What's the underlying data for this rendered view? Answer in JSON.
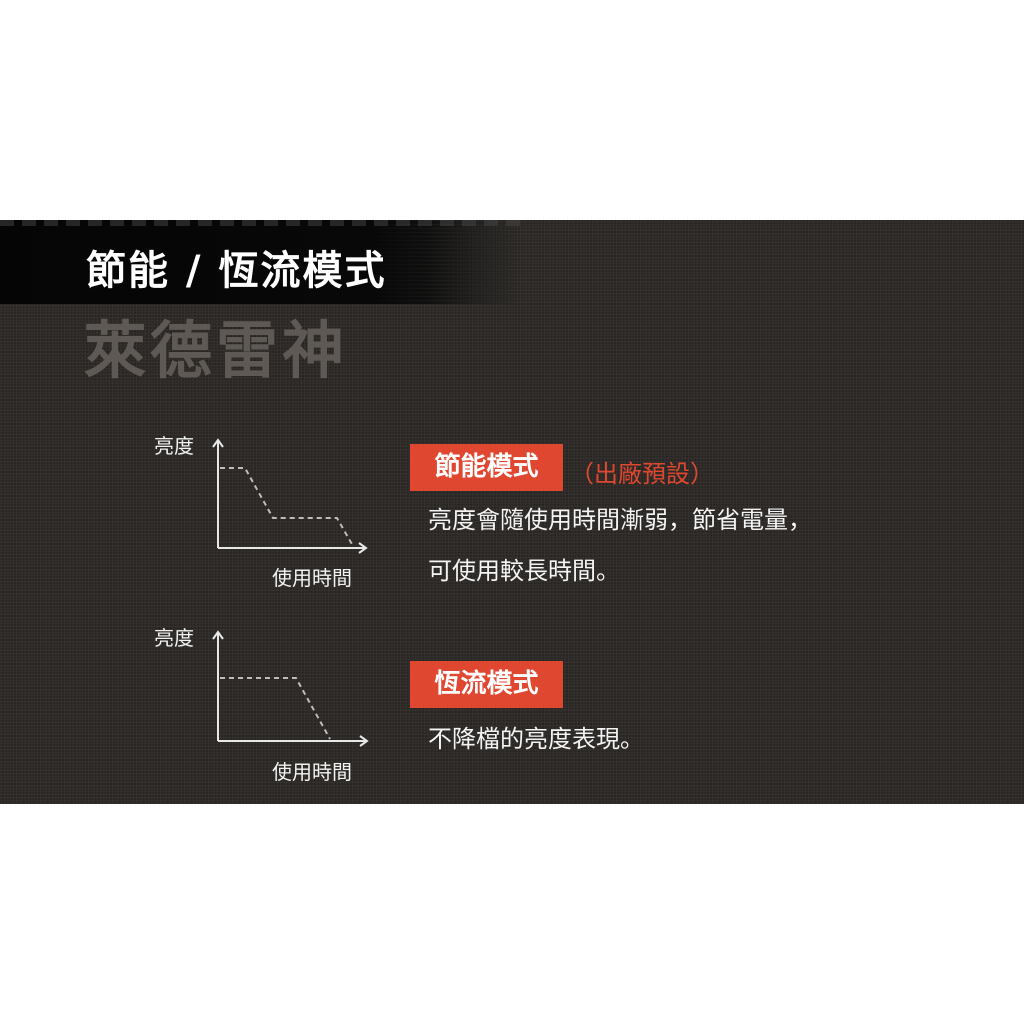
{
  "header": {
    "title": "節能 / 恆流模式",
    "watermark": "萊德雷神"
  },
  "colors": {
    "panel_bg": "#2c2926",
    "accent_red": "#e04730",
    "text_white": "#ffffff",
    "watermark_gray": "#5e5955"
  },
  "modes": [
    {
      "tag": "節能模式",
      "note": "（出廠預設）",
      "description": [
        "亮度會隨使用時間漸弱，節省電量，",
        "可使用較長時間。"
      ],
      "chart": {
        "y_label": "亮度",
        "x_label": "使用時間",
        "curve": "step-down-twice"
      }
    },
    {
      "tag": "恆流模式",
      "note": "",
      "description": [
        "不降檔的亮度表現。"
      ],
      "chart": {
        "y_label": "亮度",
        "x_label": "使用時間",
        "curve": "flat-then-drop"
      }
    }
  ],
  "chart_data": [
    {
      "type": "line",
      "title": "節能模式",
      "xlabel": "使用時間",
      "ylabel": "亮度",
      "x": [
        0,
        0.18,
        0.37,
        0.8,
        0.91
      ],
      "values": [
        0.75,
        0.75,
        0.28,
        0.28,
        0.0
      ],
      "style": "dashed",
      "grid": false,
      "ticks": false
    },
    {
      "type": "line",
      "title": "恆流模式",
      "xlabel": "使用時間",
      "ylabel": "亮度",
      "x": [
        0,
        0.52,
        0.75
      ],
      "values": [
        0.58,
        0.58,
        0.0
      ],
      "style": "dashed",
      "grid": false,
      "ticks": false
    }
  ]
}
